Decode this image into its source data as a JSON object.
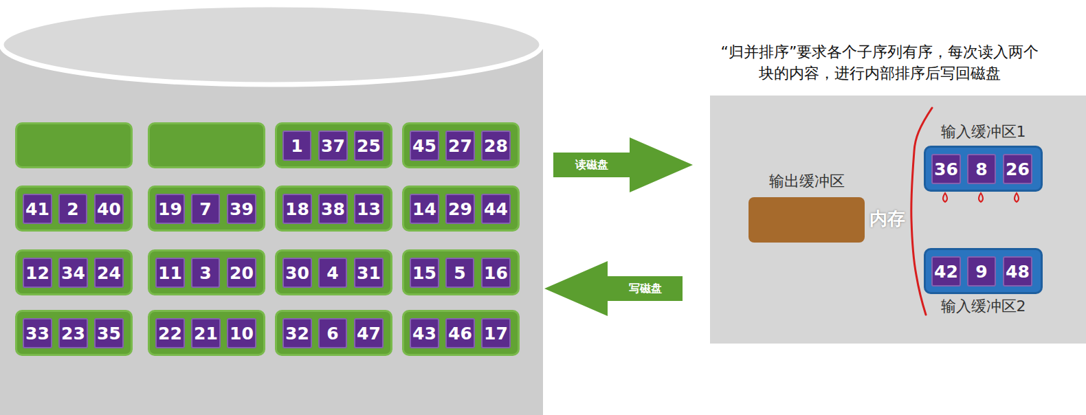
{
  "diagram": {
    "nodes": [
      {
        "text": []
      },
      {
        "text": [],
        "in": 0
      },
      {
        "text": [],
        "in": 0
      },
      {
        "text": [],
        "in": 0
      },
      {
        "text": [
          "1"
        ],
        "in": 3
      },
      {
        "text": [
          "37"
        ],
        "in": 3
      },
      {
        "text": [
          "25"
        ],
        "in": 3
      },
      {
        "text": [],
        "in": 0
      },
      {
        "text": [
          "45"
        ],
        "in": 7
      },
      {
        "text": [
          "27"
        ],
        "in": 7
      },
      {
        "text": [
          "28"
        ],
        "in": 7
      },
      {
        "text": [],
        "in": 0
      },
      {
        "text": [
          "41"
        ],
        "in": 11
      },
      {
        "text": [
          "2"
        ],
        "in": 11
      },
      {
        "text": [
          "40"
        ],
        "in": 11
      },
      {
        "text": [],
        "in": 0
      },
      {
        "text": [
          "19"
        ],
        "in": 15
      },
      {
        "text": [
          "7"
        ],
        "in": 15
      },
      {
        "text": [
          "39"
        ],
        "in": 15
      },
      {
        "text": [],
        "in": 0
      },
      {
        "text": [
          "18"
        ],
        "in": 19
      },
      {
        "text": [
          "38"
        ],
        "in": 19
      },
      {
        "text": [
          "13"
        ],
        "in": 19
      },
      {
        "text": [],
        "in": 0
      },
      {
        "text": [
          "14"
        ],
        "in": 23
      },
      {
        "text": [
          "29"
        ],
        "in": 23
      },
      {
        "text": [
          "44"
        ],
        "in": 23
      },
      {
        "text": [],
        "in": 0
      },
      {
        "text": [
          "12"
        ],
        "in": 27
      },
      {
        "text": [
          "34"
        ],
        "in": 27
      },
      {
        "text": [
          "24"
        ],
        "in": 27
      },
      {
        "text": [],
        "in": 0
      },
      {
        "text": [
          "11"
        ],
        "in": 31
      },
      {
        "text": [
          "3"
        ],
        "in": 31
      },
      {
        "text": [
          "20"
        ],
        "in": 31
      },
      {
        "text": [],
        "in": 0
      },
      {
        "text": [
          "30"
        ],
        "in": 35
      },
      {
        "text": [
          "4"
        ],
        "in": 35
      },
      {
        "text": [
          "31"
        ],
        "in": 35
      },
      {
        "text": [],
        "in": 0
      },
      {
        "text": [
          "15"
        ],
        "in": 39
      },
      {
        "text": [
          "5"
        ],
        "in": 39
      },
      {
        "text": [
          "16"
        ],
        "in": 39
      },
      {
        "text": [],
        "in": 0
      },
      {
        "text": [
          "33"
        ],
        "in": 43
      },
      {
        "text": [
          "23"
        ],
        "in": 43
      },
      {
        "text": [
          "35"
        ],
        "in": 43
      },
      {
        "text": [],
        "in": 0
      },
      {
        "text": [
          "22"
        ],
        "in": 47
      },
      {
        "text": [
          "21"
        ],
        "in": 47
      },
      {
        "text": [
          "10"
        ],
        "in": 47
      },
      {
        "text": [],
        "in": 0
      },
      {
        "text": [
          "32"
        ],
        "in": 51
      },
      {
        "text": [
          "6"
        ],
        "in": 51
      },
      {
        "text": [
          "47"
        ],
        "in": 51
      },
      {
        "text": [],
        "in": 0
      },
      {
        "text": [
          "43"
        ],
        "in": 55
      },
      {
        "text": [
          "46"
        ],
        "in": 55
      },
      {
        "text": [
          "17"
        ],
        "in": 55
      },
      {
        "text": [
          "内存"
        ]
      },
      {
        "text": [
          "输出缓冲区"
        ],
        "in": 59
      },
      {
        "text": [
          "输入缓冲区1"
        ],
        "in": 59
      },
      {
        "text": [
          "36"
        ],
        "in": 61
      },
      {
        "text": [
          "8"
        ],
        "in": 61
      },
      {
        "text": [
          "26"
        ],
        "in": 61
      },
      {
        "text": [
          "输入缓冲区2"
        ],
        "in": 59
      },
      {
        "text": [
          "42"
        ],
        "in": 65
      },
      {
        "text": [
          "9"
        ],
        "in": 65
      },
      {
        "text": [
          "48"
        ],
        "in": 65
      }
    ],
    "edges": [
      {
        "from": 0,
        "to": 59,
        "arrow": "to",
        "label": "读磁盘"
      },
      {
        "from": 59,
        "to": 0,
        "arrow": "to",
        "label": "写磁盘"
      }
    ],
    "labels": [
      "“归并排序”要求各个子序列有序，每次读入两个块的内容，进行内部排序后写回磁盘"
    ]
  }
}
